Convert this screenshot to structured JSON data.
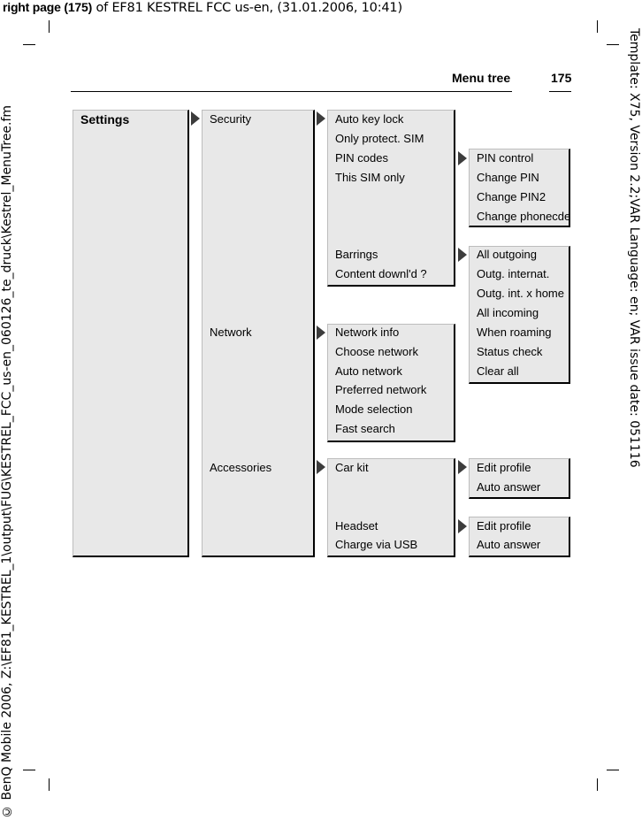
{
  "running_head": {
    "prefix": "right page (175)",
    "text": " of EF81 KESTREL FCC us-en, (31.01.2006, 10:41)"
  },
  "side_right": "Template: X75, Version 2.2;VAR Language: en; VAR issue date: 051116",
  "side_left": "© BenQ Mobile 2006, Z:\\EF81_KESTREL_1\\output\\FUG\\KESTREL_FCC_us-en_060126_te_druck\\Kestrel_MenuTree.fm",
  "header": {
    "title": "Menu tree",
    "page": "175"
  },
  "tree": {
    "root": "Settings",
    "level2": [
      "Security",
      "Network",
      "Accessories"
    ],
    "security": [
      "Auto key lock",
      "Only protect. SIM",
      "PIN codes",
      "This SIM only",
      "Barrings",
      "Content downl'd ?"
    ],
    "pin_codes": [
      "PIN control",
      "Change PIN",
      "Change PIN2",
      "Change phonecde"
    ],
    "barrings": [
      "All outgoing",
      "Outg. internat.",
      "Outg. int. x home",
      "All incoming",
      "When roaming",
      "Status check",
      "Clear all"
    ],
    "network": [
      "Network info",
      "Choose network",
      "Auto network",
      "Preferred network",
      "Mode selection",
      "Fast search"
    ],
    "accessories": [
      "Car kit",
      "Headset",
      "Charge via USB"
    ],
    "car_kit": [
      "Edit profile",
      "Auto answer"
    ],
    "headset": [
      "Edit profile",
      "Auto answer"
    ]
  }
}
